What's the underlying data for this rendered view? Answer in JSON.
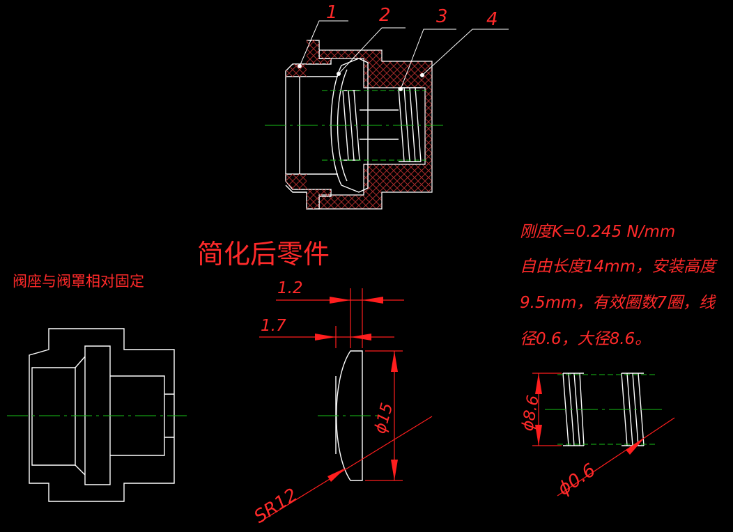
{
  "colors": {
    "background": "#000000",
    "outline": "#ffffff",
    "centerline": "#19c219",
    "dimension": "#ff1e1e",
    "hatch": "#a52a2a"
  },
  "balloons": [
    "1",
    "2",
    "3",
    "4"
  ],
  "title_simplified": "简化后零件",
  "note_seat_fixed": "阀座与阀罩相对固定",
  "spring_spec": [
    "刚度K=0.245 N/mm",
    "自由长度14mm，安装高度",
    "9.5mm，有效圈数7圈，线",
    "径0.6，大径8.6。"
  ],
  "dims": {
    "thickness_1": "1.2",
    "thickness_2": "1.7",
    "diameter": "ϕ15",
    "radius": "SR12",
    "spring_dia": "ϕ8.6",
    "wire_dia": "ϕ0.6"
  }
}
